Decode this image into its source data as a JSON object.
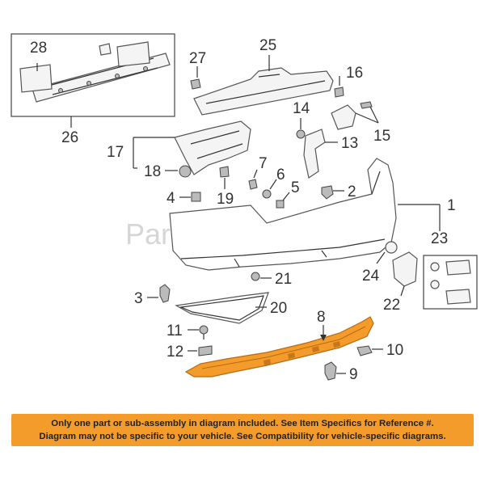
{
  "watermark": "Partomotive.com",
  "highlight_color": "#f39c2b",
  "callouts": {
    "c1": "1",
    "c2": "2",
    "c3": "3",
    "c4": "4",
    "c5": "5",
    "c6": "6",
    "c7": "7",
    "c8": "8",
    "c9": "9",
    "c10": "10",
    "c11": "11",
    "c12": "12",
    "c13": "13",
    "c14": "14",
    "c15": "15",
    "c16": "16",
    "c17": "17",
    "c18": "18",
    "c19": "19",
    "c20": "20",
    "c21": "21",
    "c22": "22",
    "c23": "23",
    "c24": "24",
    "c25": "25",
    "c26": "26",
    "c27": "27",
    "c28": "28"
  },
  "disclaimer": {
    "line1": "Only one part or sub-assembly in diagram included. See Item Specifics for Reference #.",
    "line2": "Diagram may not be specific to your vehicle. See Compatibility for vehicle-specific diagrams."
  }
}
